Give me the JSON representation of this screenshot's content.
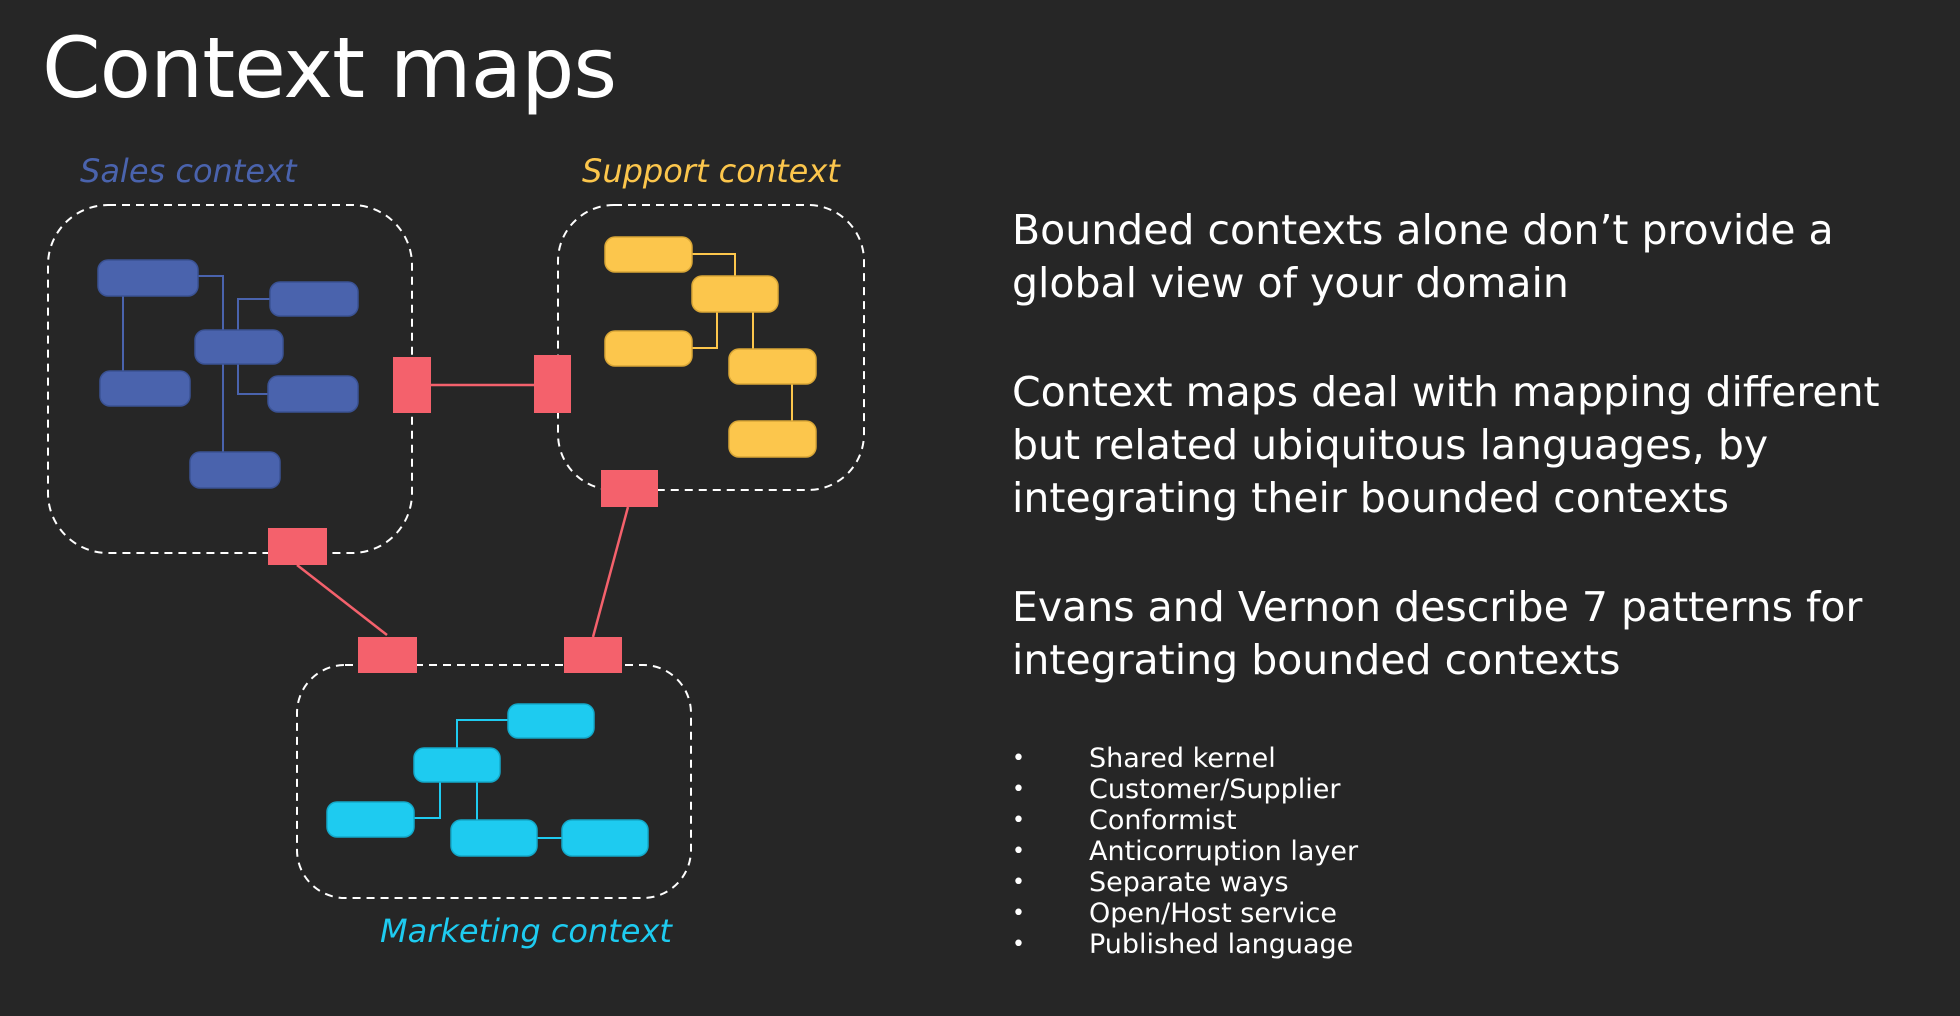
{
  "title": "Context maps",
  "contexts": {
    "sales": {
      "label": "Sales context",
      "color": "#4a63ad"
    },
    "support": {
      "label": "Support context",
      "color": "#fcc64c"
    },
    "marketing": {
      "label": "Marketing context",
      "color": "#1ecbf0"
    }
  },
  "connector_color": "#f4616c",
  "paragraphs": [
    [
      "Bounded contexts alone don’t provide a",
      "global view of your domain"
    ],
    [
      "Context maps deal with mapping different",
      "but related ubiquitous languages, by",
      "integrating their bounded contexts"
    ],
    [
      "Evans and Vernon describe 7 patterns for",
      "integrating bounded contexts"
    ]
  ],
  "bullet_glyph": "•",
  "patterns": [
    "Shared kernel",
    "Customer/Supplier",
    "Conformist",
    "Anticorruption layer",
    "Separate ways",
    "Open/Host service",
    "Published language"
  ]
}
